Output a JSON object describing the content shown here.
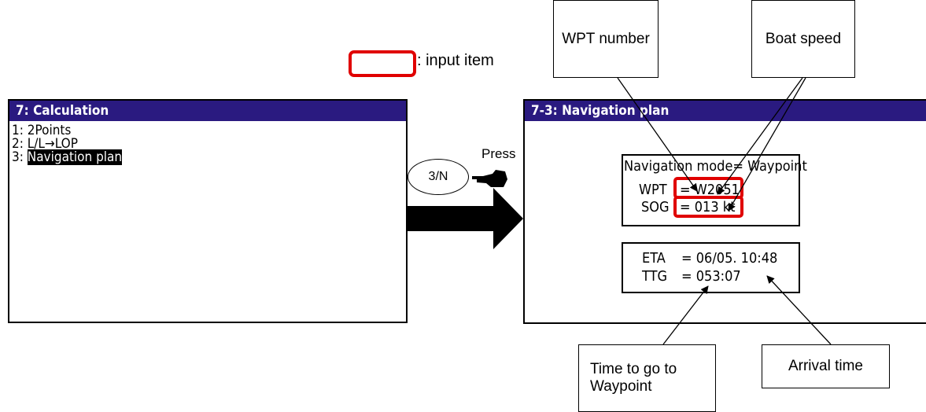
{
  "callouts": {
    "wpt_number": "WPT number",
    "boat_speed": "Boat speed",
    "time_to_go_line1": "Time to go to",
    "time_to_go_line2": "Waypoint",
    "arrival_time": "Arrival time"
  },
  "legend": {
    "text": ": input item"
  },
  "left_screen": {
    "title": "7: Calculation",
    "items": [
      "1: 2Points",
      "2: L/L→LOP"
    ],
    "selected_prefix": "3: ",
    "selected_label": "Navigation plan"
  },
  "key": {
    "label": "3/N",
    "press": "Press"
  },
  "right_screen": {
    "title": "7-3: Navigation plan",
    "mode_label": "Navigation mode= Waypoint",
    "wpt_key": "WPT",
    "wpt_value": "= W2051",
    "sog_key": "SOG",
    "sog_value": "= 013 kt",
    "eta_key": "ETA",
    "eta_value": "= 06/05. 10:48",
    "ttg_key": "TTG",
    "ttg_value": "= 053:07"
  }
}
